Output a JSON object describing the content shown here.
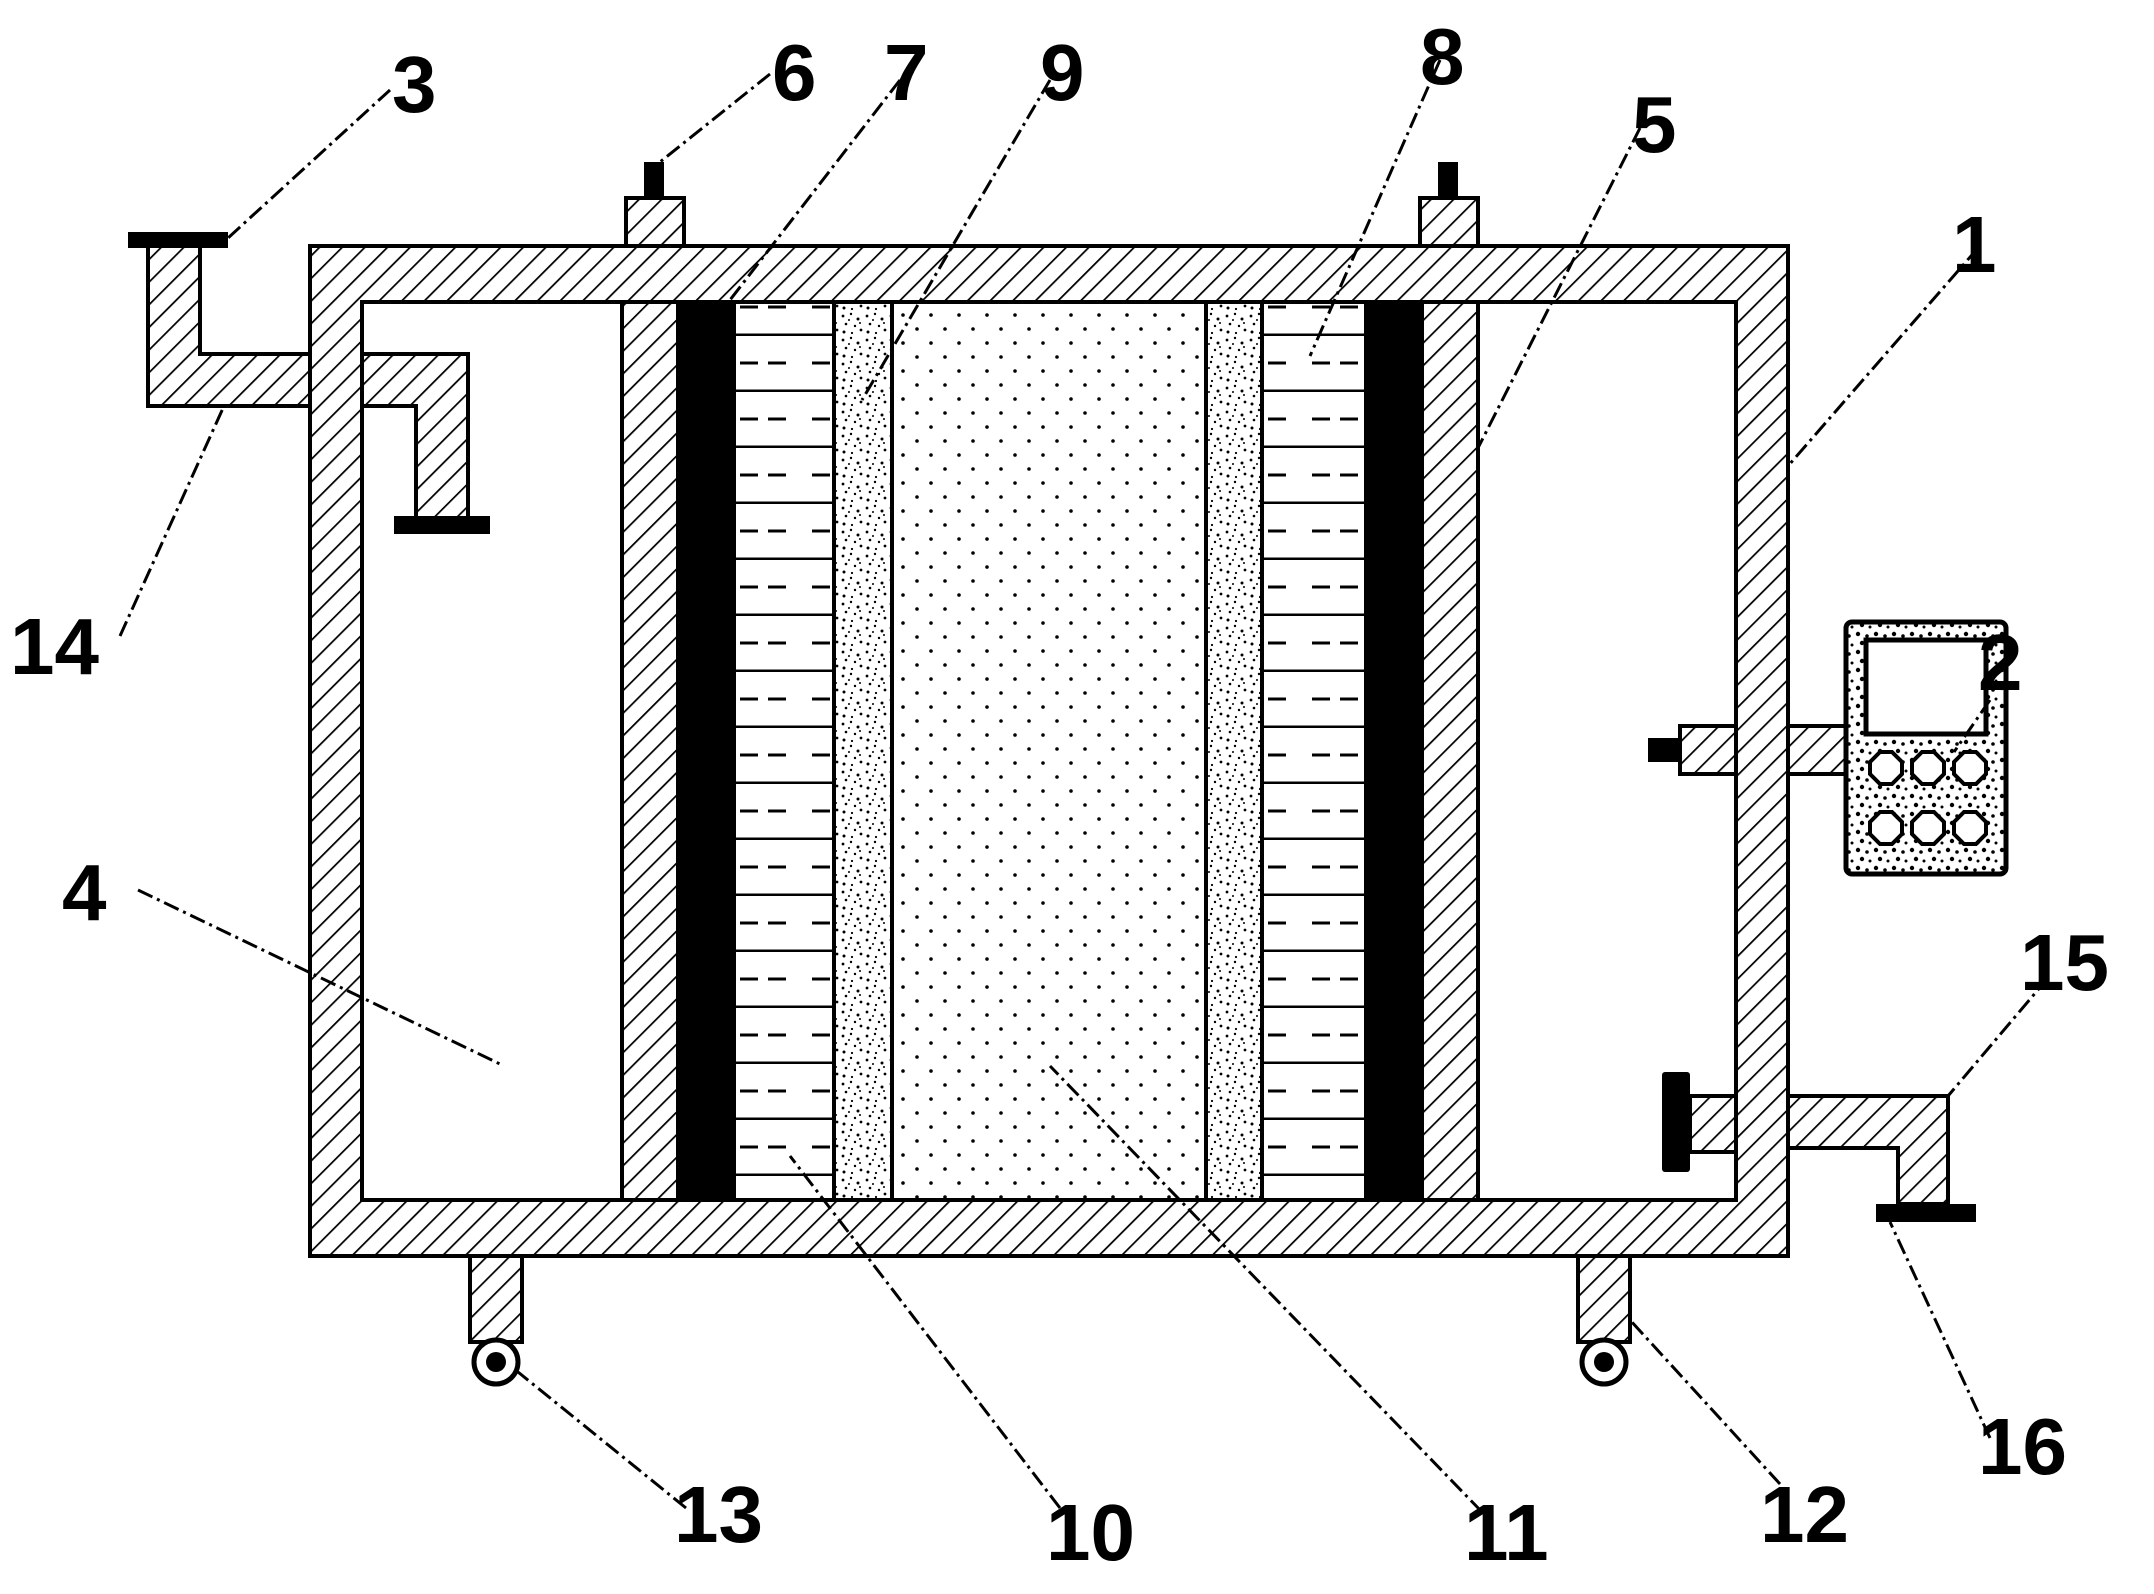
{
  "diagram": {
    "labels": {
      "l1": "1",
      "l2": "2",
      "l3": "3",
      "l4": "4",
      "l5": "5",
      "l6": "6",
      "l7": "7",
      "l8": "8",
      "l9": "9",
      "l10": "10",
      "l11": "11",
      "l12": "12",
      "l13": "13",
      "l14": "14",
      "l15": "15",
      "l16": "16"
    },
    "colors": {
      "line": "#000000",
      "background": "#ffffff"
    },
    "icons": {
      "control_unit": "control-panel-icon",
      "wheels": "caster-wheel-icon"
    }
  }
}
